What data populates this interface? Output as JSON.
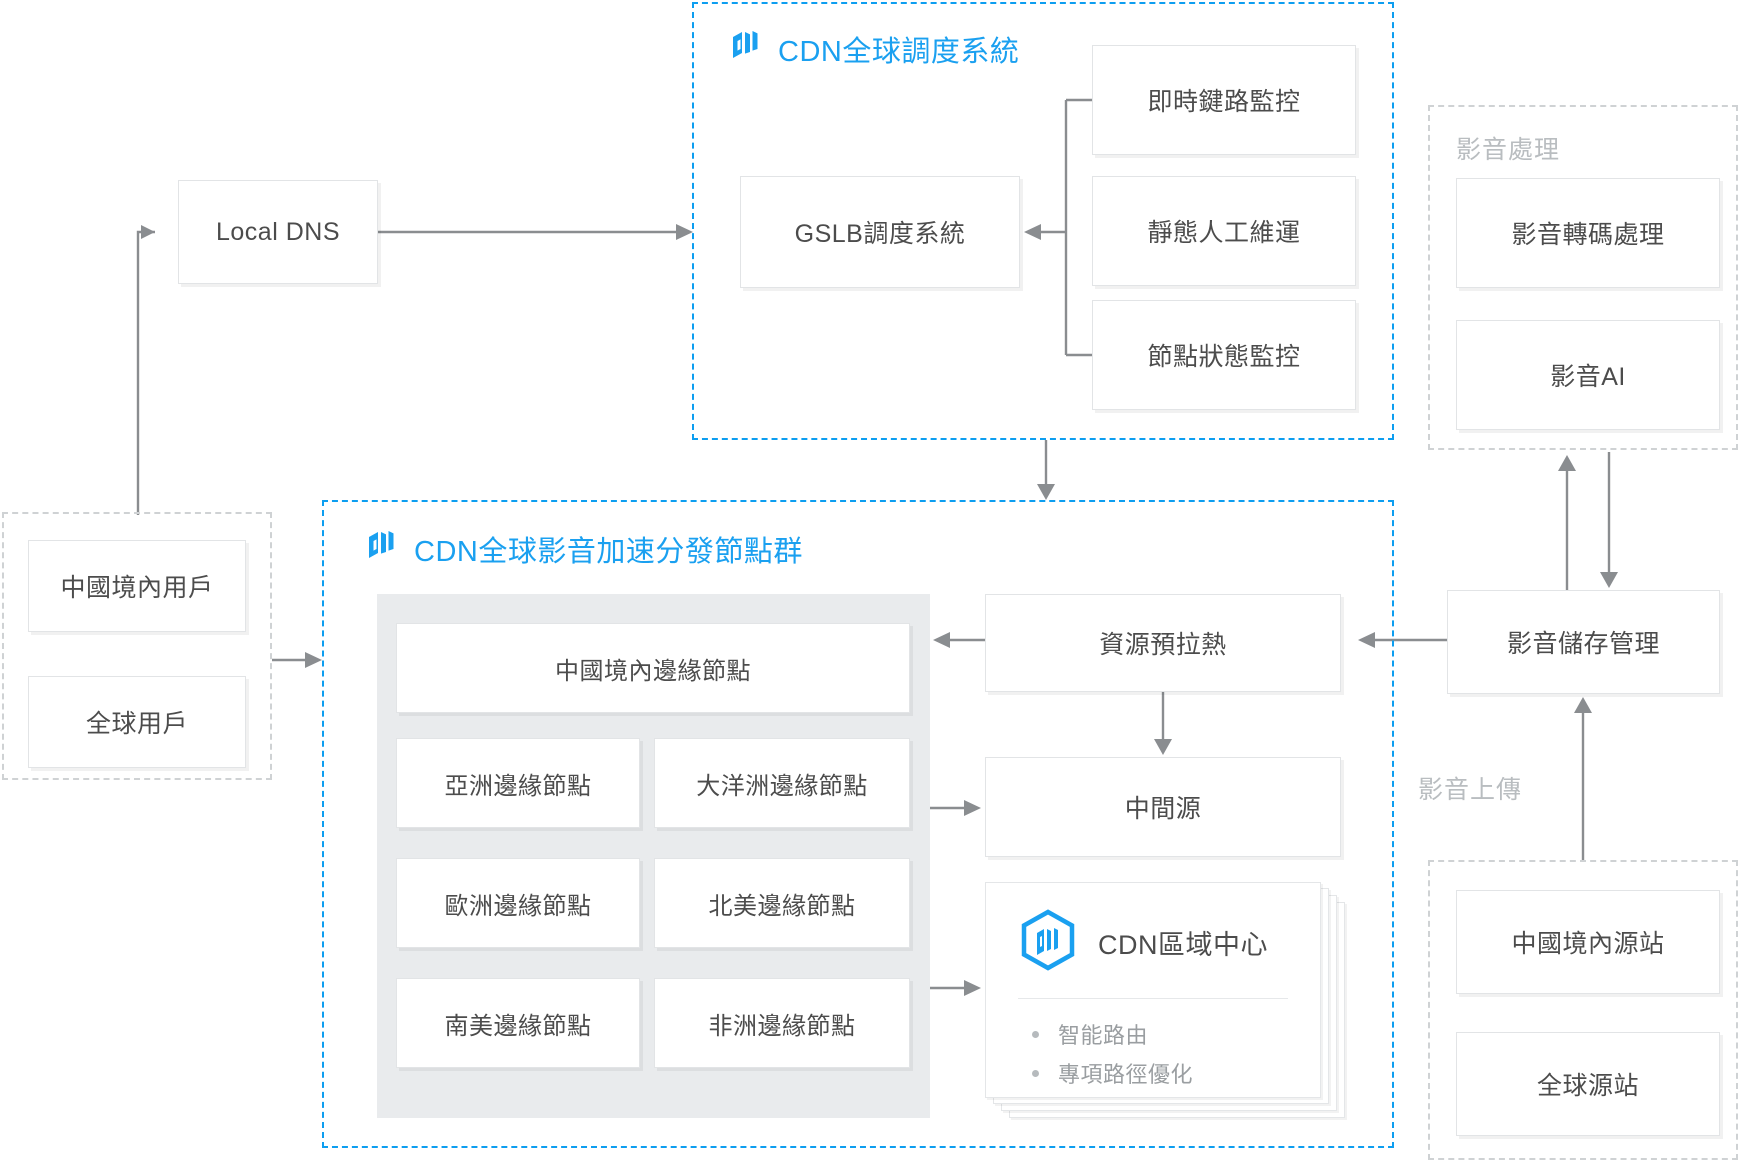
{
  "colors": {
    "accent": "#1aa0f0",
    "dashed_blue": "#0d9ef0",
    "dashed_grey": "#cfd2d4",
    "card_text": "#4c4c4c",
    "muted_label": "#b9bdc0",
    "grey_container": "#e9ebed",
    "connector": "#8a8d90"
  },
  "panels": {
    "scheduling": {
      "title": "CDN全球調度系統",
      "icon": "cdn-layers-icon"
    },
    "nodes": {
      "title": "CDN全球影音加速分發節點群",
      "icon": "cdn-layers-icon"
    }
  },
  "groups": {
    "users": {
      "label": ""
    },
    "media_processing": {
      "label": "影音處理"
    },
    "origins": {
      "label": ""
    }
  },
  "edge_labels": {
    "media_upload": "影音上傳"
  },
  "boxes": {
    "local_dns": "Local DNS",
    "gslb": "GSLB調度系統",
    "realtime_link_monitor": "即時鍵路監控",
    "static_manual_ops": "靜態人工維運",
    "node_status_monitor": "節點狀態監控",
    "media_transcode": "影音轉碼處理",
    "media_ai": "影音AI",
    "media_storage": "影音儲存管理",
    "resource_prefetch": "資源預拉熱",
    "mid_origin": "中間源",
    "user_cn": "中國境內用戶",
    "user_global": "全球用戶",
    "origin_cn": "中國境內源站",
    "origin_global": "全球源站"
  },
  "edge_nodes": [
    "中國境內邊緣節點",
    "亞洲邊緣節點",
    "大洋洲邊緣節點",
    "歐洲邊緣節點",
    "北美邊緣節點",
    "南美邊緣節點",
    "非洲邊緣節點"
  ],
  "regional_center": {
    "title": "CDN區域中心",
    "icon": "cdn-hexagon-icon",
    "features": [
      "智能路由",
      "專項路徑優化"
    ]
  }
}
